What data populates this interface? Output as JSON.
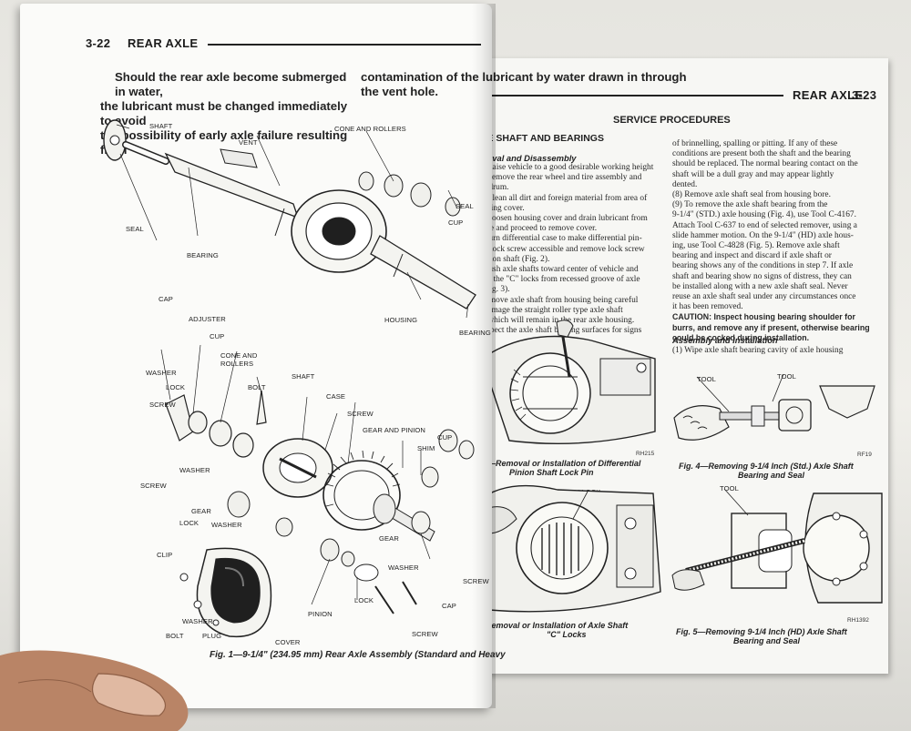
{
  "left_page": {
    "page_number": "3-22",
    "section": "REAR AXLE",
    "note_left_lines": [
      "Should the rear axle become submerged in water,",
      "the lubricant must be changed immediately to avoid",
      "the possibility of early axle failure resulting from"
    ],
    "note_right_lines": [
      "contamination of the lubricant by water drawn in through",
      "the vent hole."
    ],
    "figure_labels": {
      "shaft": "SHAFT",
      "cone_and_rollers": "CONE AND ROLLERS",
      "vent": "VENT",
      "seal_left": "SEAL",
      "bearing": "BEARING",
      "cup_top": "CUP",
      "seal_right": "SEAL",
      "housing": "HOUSING",
      "bearing_right": "BEARING",
      "cap_top": "CAP",
      "adjuster": "ADJUSTER",
      "cup_mid": "CUP",
      "cone_and_rollers_2": "CONE AND\nROLLERS",
      "washer_1": "WASHER",
      "lock_1": "LOCK",
      "bolt_1": "BOLT",
      "shaft_2": "SHAFT",
      "case": "CASE",
      "screw_1": "SCREW",
      "screw_2": "SCREW",
      "gear_and_pinion": "GEAR AND PINION",
      "cup_right": "CUP",
      "shim": "SHIM",
      "washer_2": "WASHER",
      "gear_1": "GEAR",
      "lock_2": "LOCK",
      "washer_3": "WASHER",
      "gear_2": "GEAR",
      "washer_4": "WASHER",
      "clip": "CLIP",
      "washer_5": "WASHER",
      "bolt_2": "BOLT",
      "plug": "PLUG",
      "cover": "COVER",
      "lock_3": "LOCK",
      "pinion": "PINION",
      "screw_3": "SCREW",
      "cap_bottom": "CAP",
      "screw_4": "SCREW"
    },
    "figure_caption": "Fig. 1—9-1/4\" (234.95 mm) Rear Axle Assembly (Standard and Heavy"
  },
  "right_page": {
    "section": "REAR AXLE",
    "page_number": "3-23",
    "heading": "SERVICE PROCEDURES",
    "subheading": "XLE SHAFT AND BEARINGS",
    "sub_sub": "emoval and Disassembly",
    "col1_lines": [
      "(1) Raise vehicle to a good desirable working height",
      "and remove the rear wheel and tire assembly and",
      "ake drum.",
      "(2) Clean all dirt and foreign material from area of",
      "housing cover.",
      "(3) Loosen housing cover and drain lubricant from",
      "r axle and proceed to remove cover.",
      "4) Turn differential case to make differential pin-",
      "haft lock screw accessible and remove lock screw",
      "l pinion shaft (Fig. 2).",
      "5) Push axle shafts toward center of vehicle and",
      "nove the \"C\" locks from recessed groove of axle",
      "ft (Fig. 3).",
      ") Remove axle shaft from housing being careful",
      "to damage the straight roller type axle shaft",
      "ing which will remain in the rear axle housing.",
      ") Inspect the axle shaft bearing surfaces for signs"
    ],
    "col2_lines": [
      "of brinnelling, spalling or pitting. If any of these",
      "conditions are present both the shaft and the bearing",
      "should be replaced. The normal bearing contact on the",
      "shaft will be a dull gray and may appear lightly",
      "dented.",
      "(8) Remove axle shaft seal from housing bore.",
      "(9) To remove the axle shaft bearing from the",
      "9-1/4\" (STD.) axle housing (Fig. 4), use Tool C-4167.",
      "Attach Tool C-637 to end of selected remover, using a",
      "slide hammer motion. On the 9-1/4\" (HD) axle hous-",
      "ing, use Tool C-4828 (Fig. 5). Remove axle shaft",
      "bearing and inspect and discard if axle shaft or",
      "bearing shows any of the conditions in step 7. If axle",
      "shaft and bearing show no signs of distress, they can",
      "be installed along with a new axle shaft seal. Never",
      "reuse an axle shaft seal under any circumstances once",
      "it has been removed."
    ],
    "caution_lines": [
      "CAUTION: Inspect housing bearing shoulder for",
      "burrs, and remove any if present, otherwise bearing",
      "could be cocked during installation."
    ],
    "assembly_heading": "Assembly and Installation",
    "assembly_line": "(1) Wipe axle shaft bearing cavity of axle housing",
    "fig2_code": "RH215",
    "fig2_caption_1": ". 2—Removal or Installation of Differential",
    "fig2_caption_2": "Pinion Shaft Lock Pin",
    "fig4_tool_left": "TOOL",
    "fig4_tool_right": "TOOL",
    "fig4_code": "RF19",
    "fig4_caption_1": "Fig. 4—Removing 9-1/4 Inch (Std.) Axle Shaft",
    "fig4_caption_2": "Bearing and Seal",
    "fig3_label": "\"C\" LOCK",
    "fig3_caption_1": "Removal or Installation of Axle Shaft",
    "fig3_caption_2": "\"C\" Locks",
    "fig5_tool": "TOOL",
    "fig5_code": "RH1392",
    "fig5_caption_1": "Fig. 5—Removing 9-1/4 Inch (HD) Axle Shaft",
    "fig5_caption_2": "Bearing and Seal"
  },
  "colors": {
    "paper": "#fbfbf9",
    "ink": "#222222",
    "background": "#ecebe6"
  }
}
